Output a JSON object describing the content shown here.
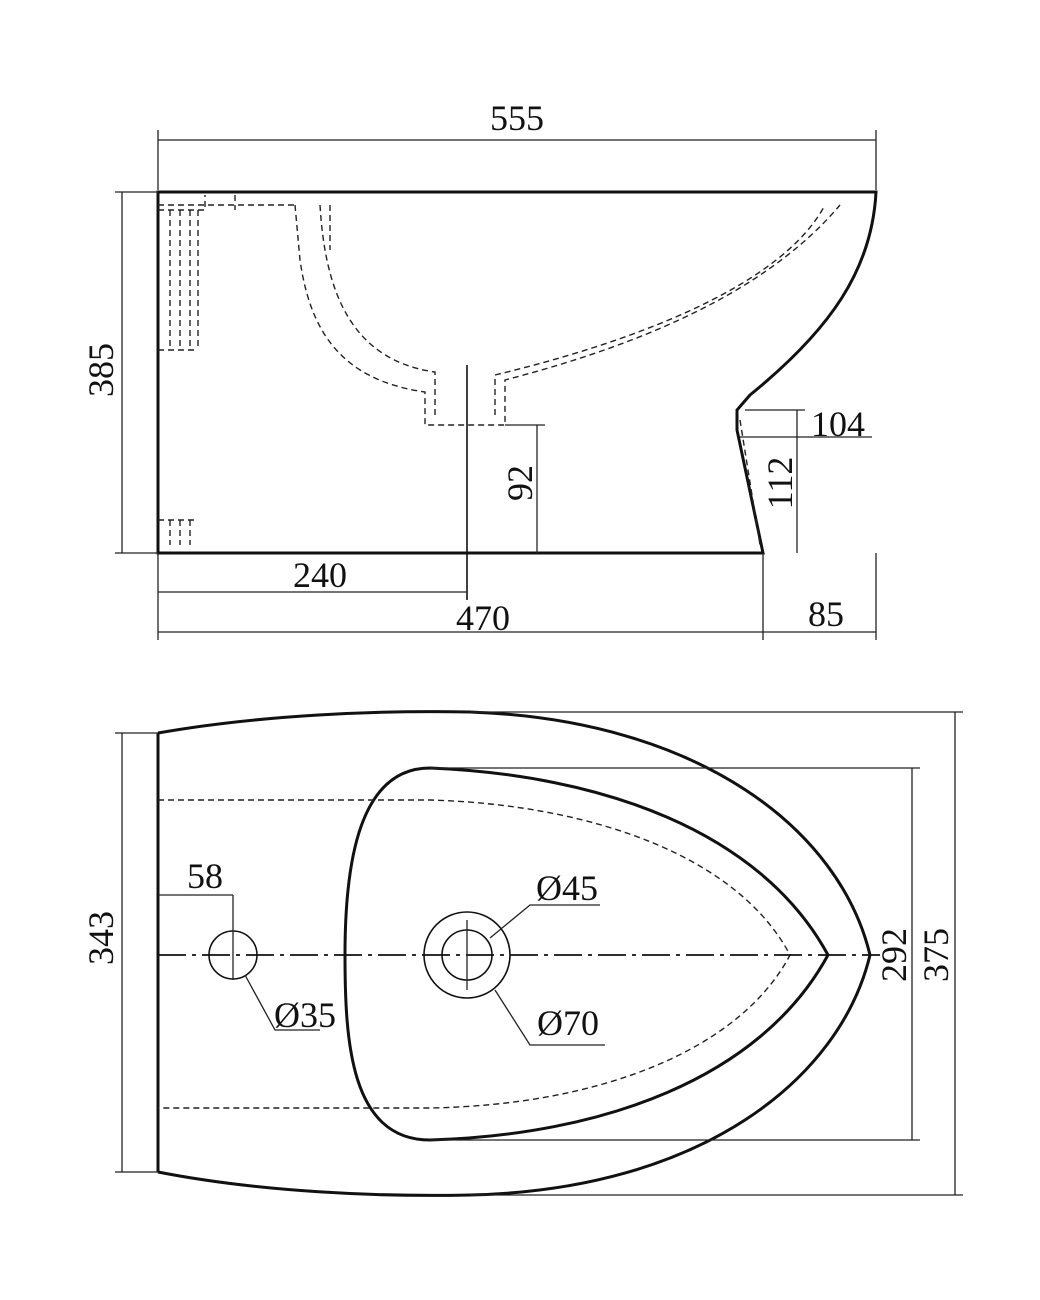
{
  "side_view": {
    "total_length": "555",
    "height": "385",
    "outlet_height": "92",
    "inlet_height": "112",
    "inlet_offset": "104",
    "outlet_distance": "240",
    "base_length": "470",
    "front_overhang": "85"
  },
  "top_view": {
    "width": "343",
    "bowl_length": "292",
    "total_length": "375",
    "tap_hole_offset": "58",
    "tap_hole_diameter": "Ø35",
    "drain_inner_diameter": "Ø45",
    "drain_outer_diameter": "Ø70"
  }
}
